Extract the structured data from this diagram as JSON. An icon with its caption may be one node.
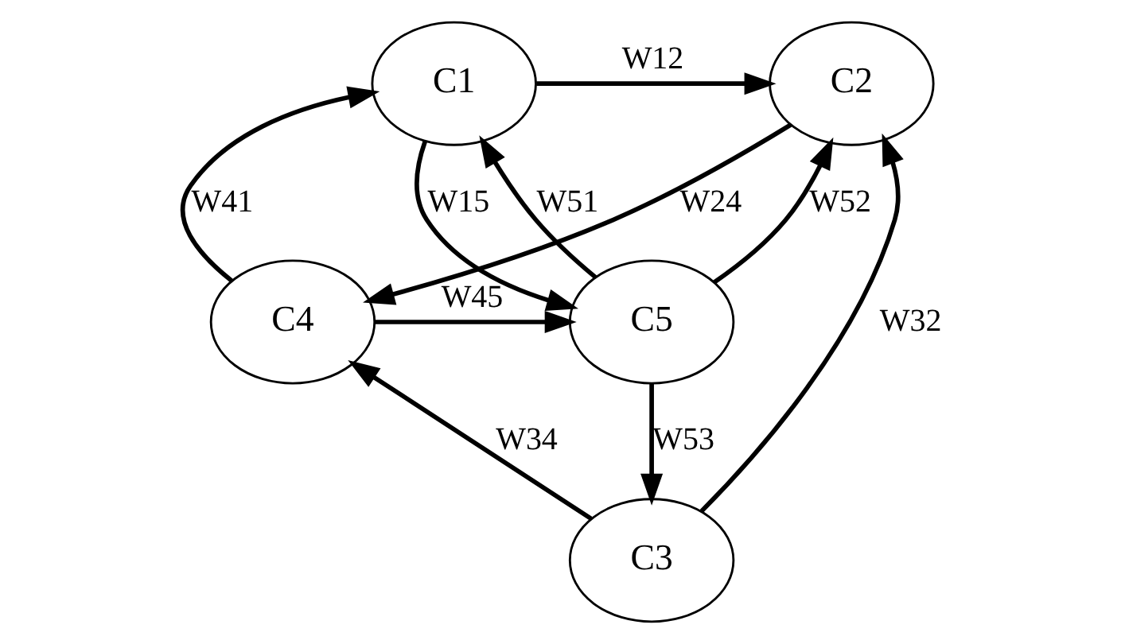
{
  "diagram": {
    "nodes": [
      {
        "text": [
          "C1"
        ]
      },
      {
        "text": [
          "C2"
        ]
      },
      {
        "text": [
          "C3"
        ]
      },
      {
        "text": [
          "C4"
        ]
      },
      {
        "text": [
          "C5"
        ]
      }
    ],
    "edges": [
      {
        "from": 0,
        "to": 1,
        "arrow": "to",
        "label": "W12"
      },
      {
        "from": 2,
        "to": 1,
        "arrow": "to",
        "label": "W32"
      },
      {
        "from": 3,
        "to": 0,
        "arrow": "to",
        "label": "W41"
      },
      {
        "from": 4,
        "to": 0,
        "arrow": "to",
        "label": "W51"
      },
      {
        "from": 4,
        "to": 1,
        "arrow": "to",
        "label": "W52"
      },
      {
        "from": 0,
        "to": 4,
        "arrow": "to",
        "label": "W15"
      },
      {
        "from": 4,
        "to": 2,
        "arrow": "to",
        "label": "W53"
      },
      {
        "from": 1,
        "to": 3,
        "arrow": "to",
        "label": "W24"
      },
      {
        "from": 2,
        "to": 3,
        "arrow": "to",
        "label": "W34"
      },
      {
        "from": 3,
        "to": 4,
        "arrow": "to",
        "label": "W45"
      }
    ]
  }
}
